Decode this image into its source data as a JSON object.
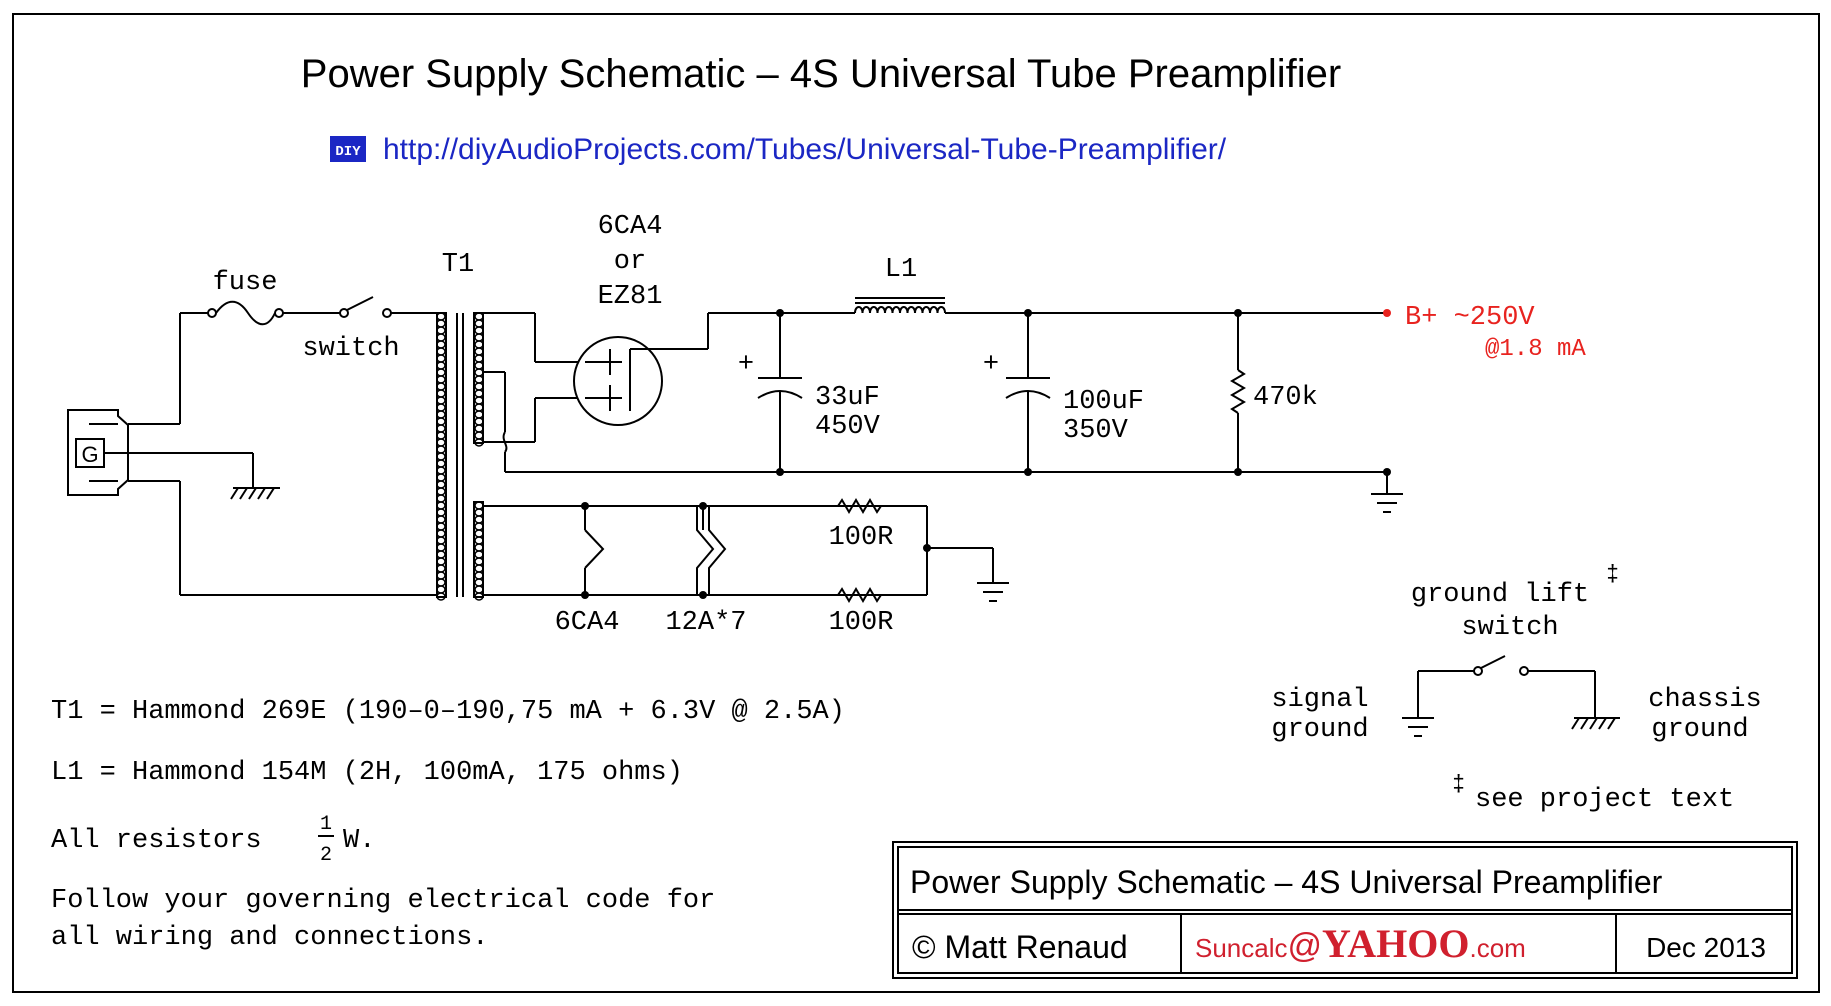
{
  "header": {
    "title": "Power Supply Schematic – 4S Universal Tube Preamplifier",
    "diy_badge": "DIY",
    "url": "http://diyAudioProjects.com/Tubes/Universal-Tube-Preamplifier/"
  },
  "schematic": {
    "fuse_label": "fuse",
    "switch_label": "switch",
    "transformer_label": "T1",
    "ground_pin_label": "G",
    "rectifier_line1": "6CA4",
    "rectifier_line2": "or",
    "rectifier_line3": "EZ81",
    "choke_label": "L1",
    "cap1_plus": "+",
    "cap1_value": "33uF",
    "cap1_voltage": "450V",
    "cap2_plus": "+",
    "cap2_value": "100uF",
    "cap2_voltage": "350V",
    "bleeder_value": "470k",
    "b_plus_label": "B+ ~250V",
    "b_plus_current": "@1.8 mA",
    "heater1_label": "6CA4",
    "heater2_label": "12A*7",
    "r_top_value": "100R",
    "r_bottom_value": "100R",
    "accent_color": "#e8231f"
  },
  "ground_lift": {
    "title_line1": "ground lift",
    "dagger": "‡",
    "title_line2": "switch",
    "signal_line1": "signal",
    "signal_line2": "ground",
    "chassis_line1": "chassis",
    "chassis_line2": "ground",
    "footnote_dagger": "‡",
    "footnote_text": "see project text"
  },
  "notes": {
    "t1": "T1 = Hammond 269E (190–0–190,75 mA + 6.3V @ 2.5A)",
    "l1": "L1 = Hammond 154M (2H, 100mA, 175 ohms)",
    "resistors_prefix": "All resistors",
    "resistors_num": "1",
    "resistors_den": "2",
    "resistors_suffix": "W.",
    "follow_line1": "Follow your governing electrical code for",
    "follow_line2": "all wiring and connections."
  },
  "title_block": {
    "title": "Power Supply Schematic – 4S Universal  Preamplifier",
    "author": "© Matt Renaud",
    "email_user": "Suncalc",
    "email_at": "@",
    "email_yahoo": "YAHOO",
    "email_dotcom": ".com",
    "date": "Dec  2013",
    "email_color": "#d0202e"
  }
}
